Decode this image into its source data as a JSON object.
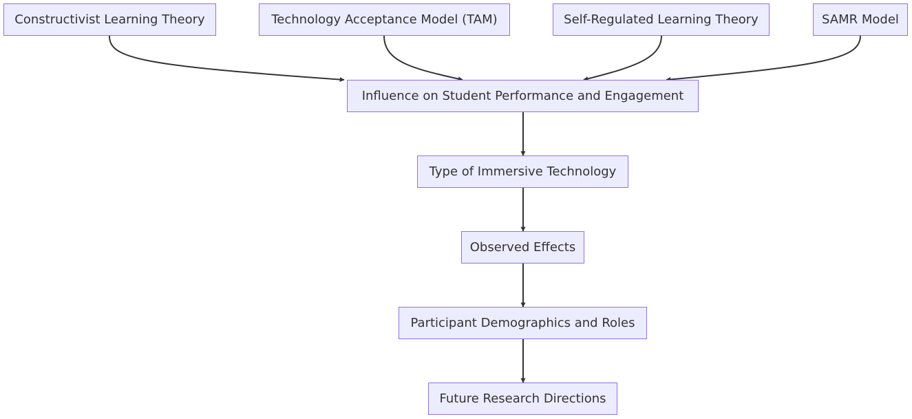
{
  "nodes": {
    "constructivist": "Constructivist Learning Theory",
    "tam": "Technology Acceptance Model (TAM)",
    "self_regulated": "Self-Regulated Learning Theory",
    "samr": "SAMR Model",
    "influence": "Influence on Student Performance and Engagement",
    "immersive_type": "Type of Immersive Technology",
    "observed_effects": "Observed Effects",
    "demographics": "Participant Demographics and Roles",
    "future_research": "Future Research Directions"
  },
  "edges": [
    {
      "from": "constructivist",
      "to": "influence"
    },
    {
      "from": "tam",
      "to": "influence"
    },
    {
      "from": "self_regulated",
      "to": "influence"
    },
    {
      "from": "samr",
      "to": "influence"
    },
    {
      "from": "influence",
      "to": "immersive_type"
    },
    {
      "from": "immersive_type",
      "to": "observed_effects"
    },
    {
      "from": "observed_effects",
      "to": "demographics"
    },
    {
      "from": "demographics",
      "to": "future_research"
    }
  ],
  "colors": {
    "node_fill": "#ececff",
    "node_border": "#9370db",
    "text": "#333333",
    "edge": "#333333"
  }
}
